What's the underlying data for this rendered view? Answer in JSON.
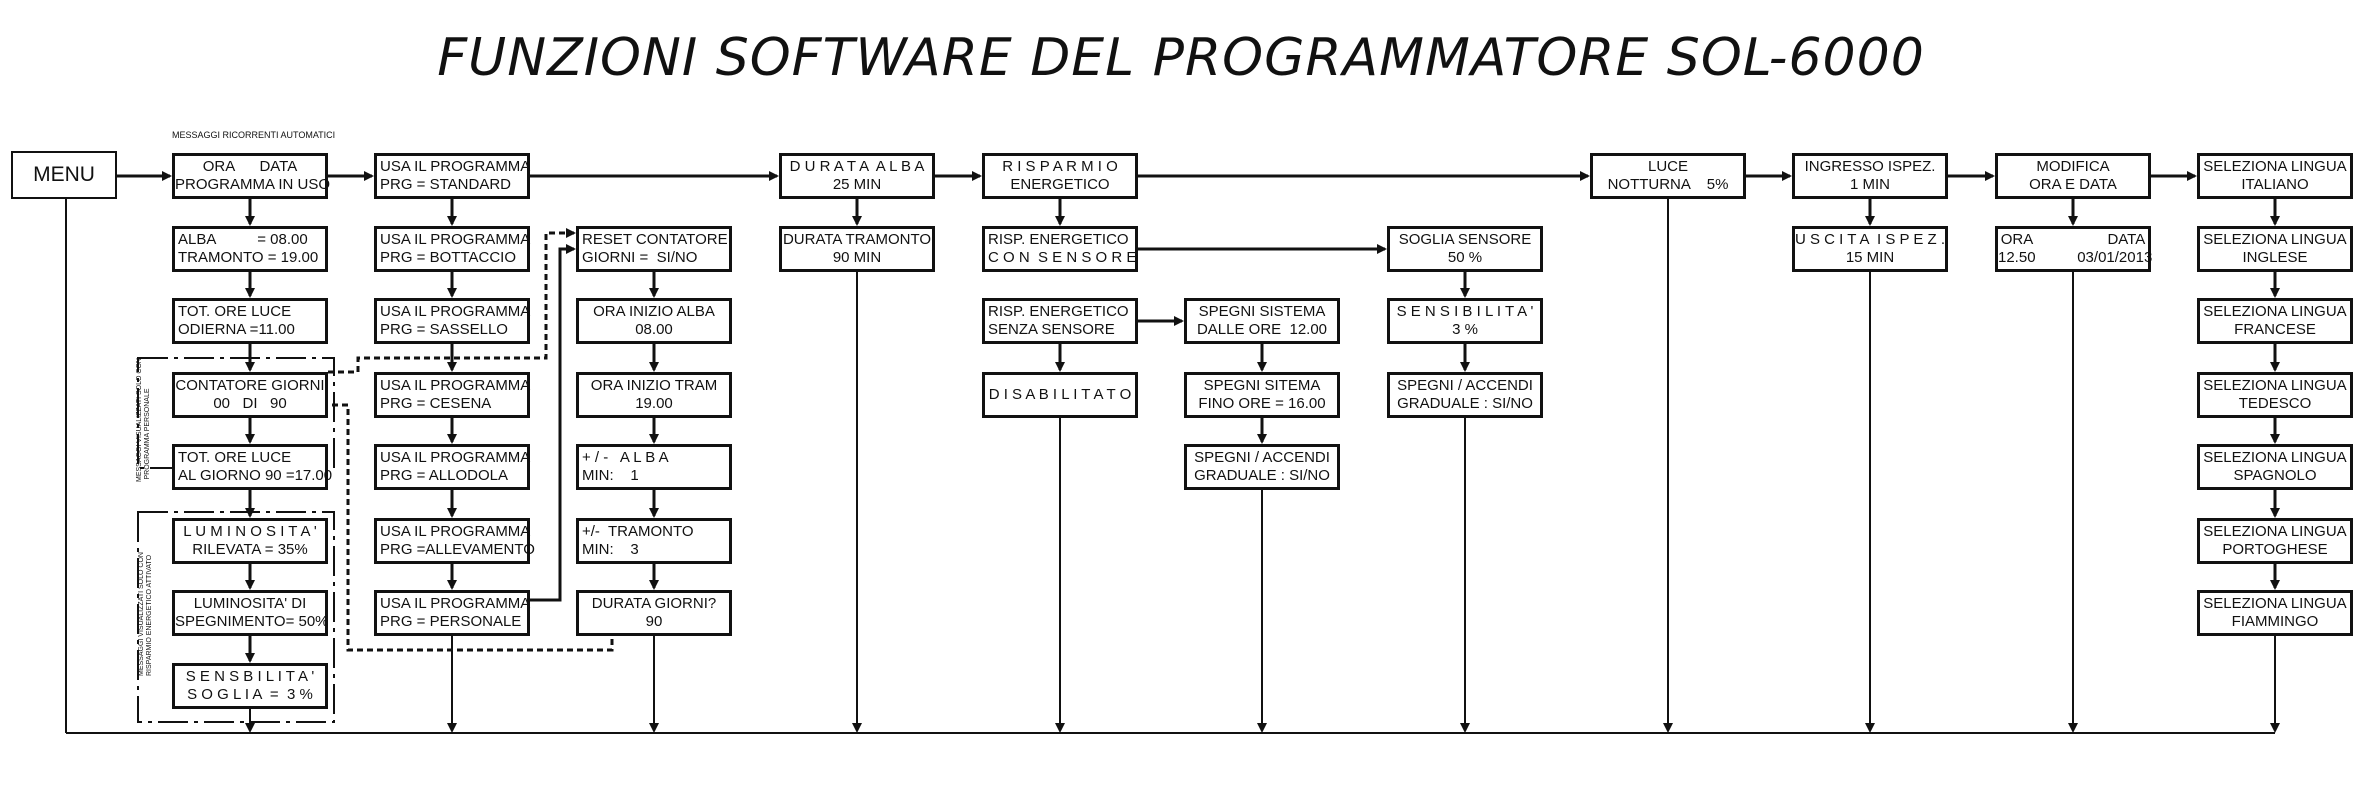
{
  "title": "FUNZIONI SOFTWARE DEL PROGRAMMATORE SOL-6000",
  "note_top": "MESSAGGI RICORRENTI AUTOMATICI",
  "menu": "MENU",
  "side_labels": {
    "personal": "MESSAGGI VISUALIZZATI SOLO CON\nPROGRAMMA PERSONALE",
    "energy": "MESSAGGI VISUALIZZATI SOLO CON\nRISPARMIO ENERGETICO ATTIVATO"
  },
  "boxes": {
    "ora_data": [
      "ORA      DATA",
      "PROGRAMMA IN USO"
    ],
    "alba_tramonto": [
      "ALBA          = 08.00",
      "TRAMONTO = 19.00"
    ],
    "tot_ore_luce": [
      "TOT. ORE LUCE",
      "ODIERNA =11.00"
    ],
    "contatore_giorni": [
      "CONTATORE GIORNI",
      "00   DI   90"
    ],
    "tot_ore_giorno": [
      "TOT. ORE LUCE",
      "AL GIORNO 90 =17.00"
    ],
    "luminosita_rilevata": [
      "L U M I N O S I T A '",
      "RILEVATA = 35%"
    ],
    "luminosita_spegnimento": [
      "LUMINOSITA' DI",
      "SPEGNIMENTO= 50%"
    ],
    "sensibilita_soglia": [
      "S E N S B I L I T A '",
      "S O G L I A  =  3 %"
    ],
    "prg_standard": [
      "USA IL PROGRAMMA",
      "PRG = STANDARD"
    ],
    "prg_bottaccio": [
      "USA IL PROGRAMMA",
      "PRG = BOTTACCIO"
    ],
    "prg_sassello": [
      "USA IL PROGRAMMA",
      "PRG = SASSELLO"
    ],
    "prg_cesena": [
      "USA IL PROGRAMMA",
      "PRG = CESENA"
    ],
    "prg_allodola": [
      "USA IL PROGRAMMA",
      "PRG = ALLODOLA"
    ],
    "prg_allevamento": [
      "USA IL PROGRAMMA",
      "PRG =ALLEVAMENTO"
    ],
    "prg_personale": [
      "USA IL PROGRAMMA",
      "PRG = PERSONALE"
    ],
    "reset_contatore": [
      "RESET CONTATORE",
      "GIORNI =  SI/NO"
    ],
    "ora_inizio_alba": [
      "ORA INIZIO ALBA",
      "08.00"
    ],
    "ora_inizio_tram": [
      "ORA INIZIO TRAM",
      "19.00"
    ],
    "piu_meno_alba": [
      "+ / -   A L B A",
      "MIN:    1"
    ],
    "piu_meno_tramonto": [
      "+/-  TRAMONTO",
      "MIN:    3"
    ],
    "durata_giorni": [
      "DURATA GIORNI?",
      "90"
    ],
    "durata_alba": [
      "D U R A T A  A L B A",
      "25 MIN"
    ],
    "durata_tramonto": [
      "DURATA TRAMONTO",
      "90 MIN"
    ],
    "risparmio": [
      "R I S P A R M I O",
      "ENERGETICO"
    ],
    "risp_con_sensore": [
      "RISP. ENERGETICO",
      "C O N  S E N S O R E"
    ],
    "risp_senza_sensore": [
      "RISP. ENERGETICO",
      "SENZA SENSORE"
    ],
    "disabilitato": [
      "D I S A B I L I T A T O"
    ],
    "spegni_dalle": [
      "SPEGNI SISTEMA",
      "DALLE ORE  12.00"
    ],
    "spegni_fino": [
      "SPEGNI SITEMA",
      "FINO ORE = 16.00"
    ],
    "spegni_graduale_1": [
      "SPEGNI / ACCENDI",
      "GRADUALE : SI/NO"
    ],
    "soglia_sensore": [
      "SOGLIA SENSORE",
      "50 %"
    ],
    "sensibilita": [
      "S E N S I B I L I T A '",
      "3 %"
    ],
    "spegni_graduale_2": [
      "SPEGNI / ACCENDI",
      "GRADUALE : SI/NO"
    ],
    "luce_notturna": [
      "LUCE",
      "NOTTURNA    5%"
    ],
    "ingresso_ispez": [
      "INGRESSO ISPEZ.",
      "1 MIN"
    ],
    "uscita_ispez": [
      "U S C I T A  I S P E Z .",
      "15 MIN"
    ],
    "modifica": [
      "MODIFICA",
      "ORA E DATA"
    ],
    "ora_data_edit": [
      "ORA                  DATA",
      "12.50          03/01/2013"
    ],
    "lingua_italiano": [
      "SELEZIONA LINGUA",
      "ITALIANO"
    ],
    "lingua_inglese": [
      "SELEZIONA LINGUA",
      "INGLESE"
    ],
    "lingua_francese": [
      "SELEZIONA LINGUA",
      "FRANCESE"
    ],
    "lingua_tedesco": [
      "SELEZIONA LINGUA",
      "TEDESCO"
    ],
    "lingua_spagnolo": [
      "SELEZIONA LINGUA",
      "SPAGNOLO"
    ],
    "lingua_portoghese": [
      "SELEZIONA LINGUA",
      "PORTOGHESE"
    ],
    "lingua_fiammingo": [
      "SELEZIONA LINGUA",
      "FIAMMINGO"
    ]
  }
}
